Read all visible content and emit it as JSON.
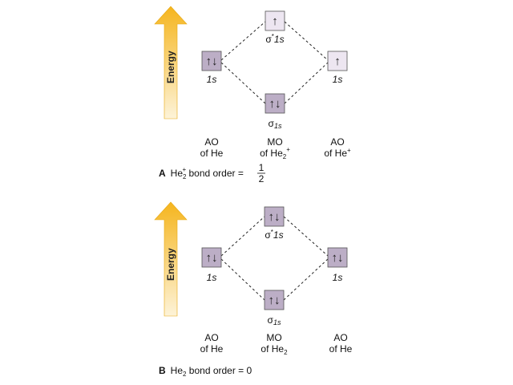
{
  "energy_label": "Energy",
  "glyphs": {
    "up": "↑",
    "pair": "↑↓",
    "sigma": "σ",
    "star": "*"
  },
  "colors": {
    "box_dark": "#bcaec6",
    "box_light": "#ede6f1",
    "border": "#555555",
    "arrow_top": "#f5b51e",
    "arrow_bottom": "#fdf3d8"
  },
  "panel_a": {
    "letter": "A",
    "caption_species_base": "He",
    "caption_species_sub": "2",
    "caption_species_sup": "+",
    "caption_rest": " bond order = ",
    "frac_num": "1",
    "frac_den": "2",
    "left_ao": {
      "orbital": "1s",
      "electrons": "↑↓",
      "fill": "dark"
    },
    "right_ao": {
      "orbital": "1s",
      "electrons": "↑",
      "fill": "light"
    },
    "mo_upper": {
      "sigma": "σ",
      "star": "*",
      "orbital": "1s",
      "electrons": "↑",
      "fill": "light"
    },
    "mo_lower": {
      "sigma": "σ",
      "orbital": "1s",
      "electrons": "↑↓",
      "fill": "dark"
    },
    "col_left": {
      "line1": "AO",
      "line2": "of He"
    },
    "col_mid": {
      "line1": "MO",
      "line2_base": "of He",
      "line2_sub": "2",
      "line2_sup": "+"
    },
    "col_right": {
      "line1": "AO",
      "line2": "of He",
      "line2_sup": "+"
    }
  },
  "panel_b": {
    "letter": "B",
    "caption_species_base": "He",
    "caption_species_sub": "2",
    "caption_rest": " bond order = 0",
    "left_ao": {
      "orbital": "1s",
      "electrons": "↑↓",
      "fill": "dark"
    },
    "right_ao": {
      "orbital": "1s",
      "electrons": "↑↓",
      "fill": "dark"
    },
    "mo_upper": {
      "sigma": "σ",
      "star": "*",
      "orbital": "1s",
      "electrons": "↑↓",
      "fill": "dark"
    },
    "mo_lower": {
      "sigma": "σ",
      "orbital": "1s",
      "electrons": "↑↓",
      "fill": "dark"
    },
    "col_left": {
      "line1": "AO",
      "line2": "of He"
    },
    "col_mid": {
      "line1": "MO",
      "line2_base": "of He",
      "line2_sub": "2"
    },
    "col_right": {
      "line1": "AO",
      "line2": "of He"
    }
  }
}
